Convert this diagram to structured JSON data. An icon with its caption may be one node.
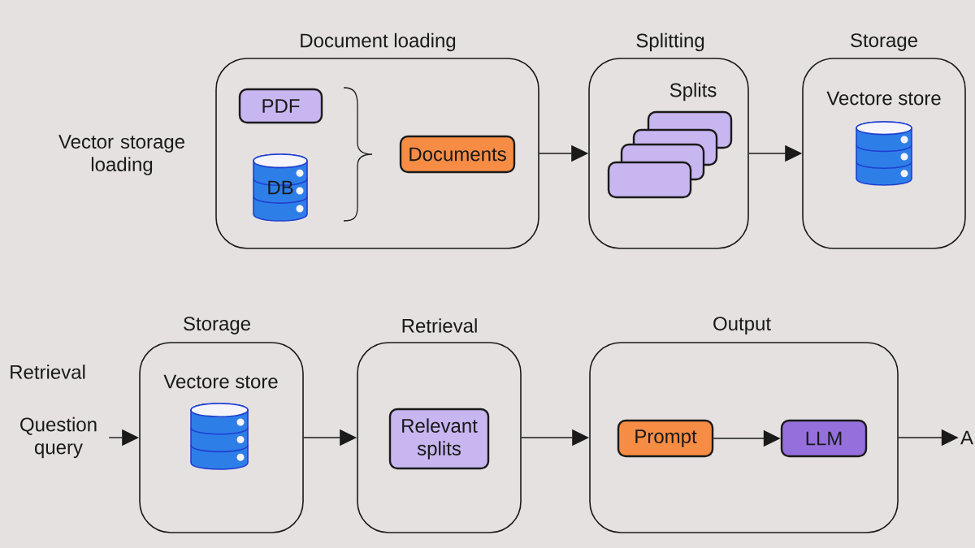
{
  "diagram": {
    "nodes": [
      {
        "text": [
          "Document loading"
        ]
      },
      {
        "text": [
          "PDF"
        ],
        "in": 0
      },
      {
        "text": [
          "DB"
        ],
        "in": 0
      },
      {
        "text": [
          "Documents"
        ],
        "in": 0
      },
      {
        "text": [
          "Splitting",
          "Splits"
        ]
      },
      {
        "text": [],
        "shape": "box",
        "in": 4
      },
      {
        "text": [],
        "shape": "box",
        "in": 4
      },
      {
        "text": [],
        "shape": "box",
        "in": 4
      },
      {
        "text": [],
        "shape": "box",
        "in": 4
      },
      {
        "text": [
          "Storage",
          "Vectore store"
        ]
      },
      {
        "text": [],
        "shape": "cylinder",
        "in": 9
      },
      {
        "text": [
          "Question query"
        ]
      },
      {
        "text": [
          "Storage",
          "Vectore store"
        ]
      },
      {
        "text": [],
        "shape": "cylinder",
        "in": 12
      },
      {
        "text": [
          "Retrieval"
        ]
      },
      {
        "text": [
          "Relevant splits"
        ],
        "in": 14
      },
      {
        "text": [
          "Output"
        ]
      },
      {
        "text": [
          "Prompt"
        ],
        "in": 16
      },
      {
        "text": [
          "LLM"
        ],
        "in": 16
      },
      {
        "text": [
          "A"
        ]
      }
    ],
    "edges": [
      {
        "from": 0,
        "to": 4,
        "arrow": "to"
      },
      {
        "from": 4,
        "to": 9,
        "arrow": "to"
      },
      {
        "from": 11,
        "to": 12,
        "arrow": "to"
      },
      {
        "from": 12,
        "to": 14,
        "arrow": "to"
      },
      {
        "from": 14,
        "to": 16,
        "arrow": "to"
      },
      {
        "from": 17,
        "to": 18,
        "arrow": "to"
      },
      {
        "from": 16,
        "to": 19,
        "arrow": "to"
      }
    ],
    "labels": [
      "Vector storage loading",
      "Retrieval"
    ]
  }
}
